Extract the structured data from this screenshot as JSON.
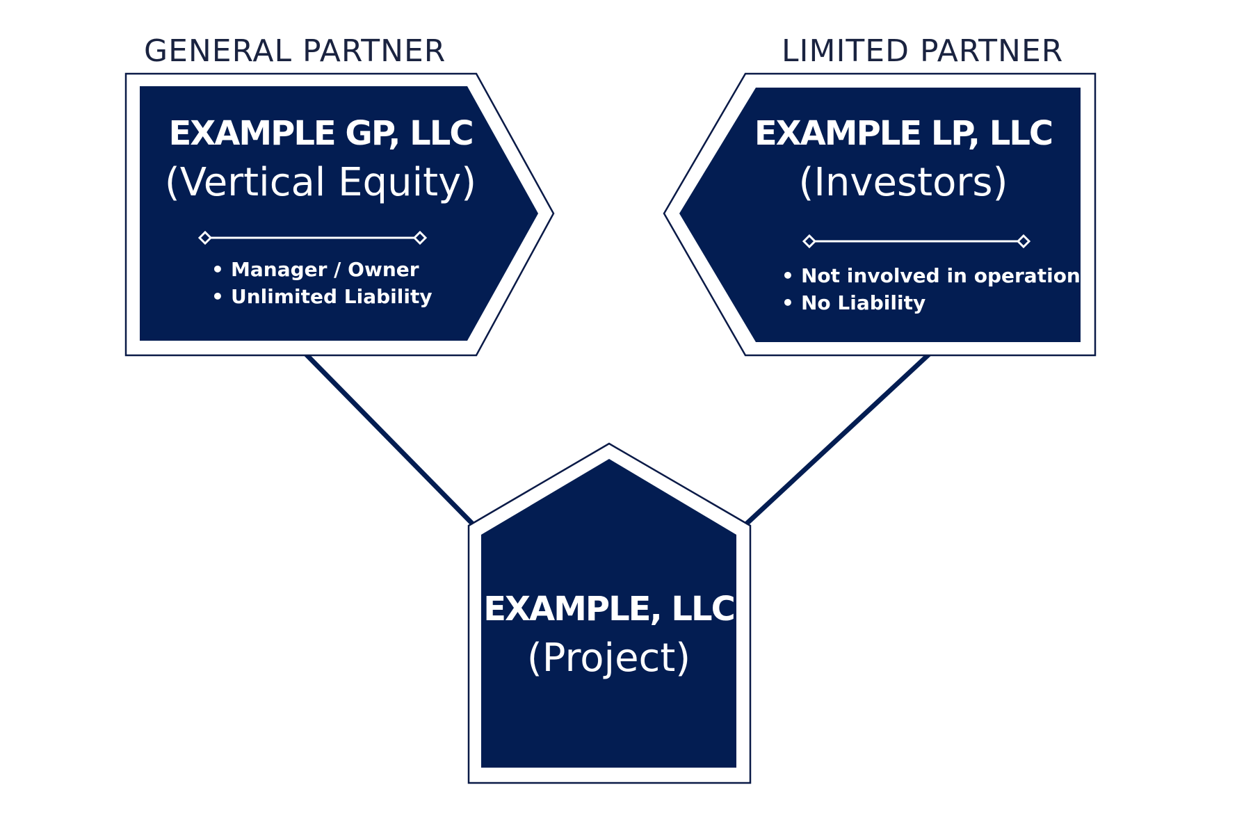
{
  "colors": {
    "navy": "#031d52",
    "outline": "#0a1a47",
    "caption": "#1a2340"
  },
  "general_partner": {
    "caption": "GENERAL PARTNER",
    "name": "EXAMPLE GP, LLC",
    "role": "(Vertical Equity)",
    "bullets": [
      "Manager / Owner",
      "Unlimited Liability"
    ]
  },
  "limited_partner": {
    "caption": "LIMITED PARTNER",
    "name": "EXAMPLE LP, LLC",
    "role": "(Investors)",
    "bullets": [
      "Not involved in operations",
      "No Liability"
    ]
  },
  "project": {
    "name": "EXAMPLE, LLC",
    "role": "(Project)"
  }
}
